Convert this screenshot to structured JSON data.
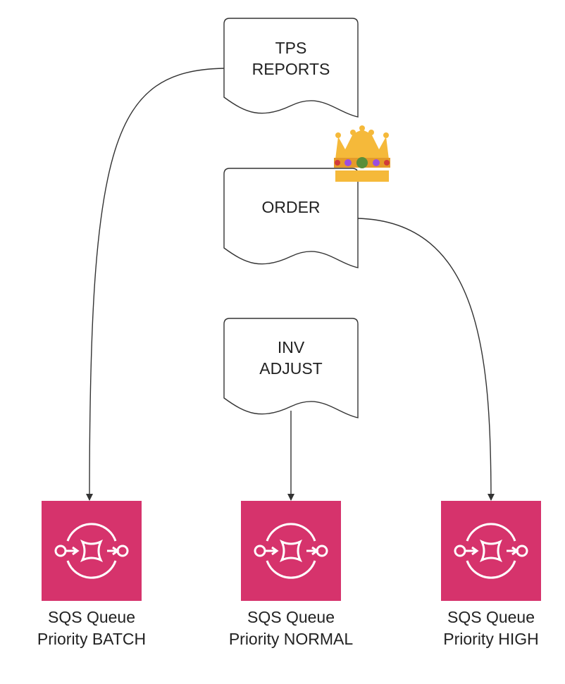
{
  "colors": {
    "queue_fill": "#D6336C",
    "icon_stroke": "#ffffff",
    "doc_stroke": "#333333",
    "edge_stroke": "#333333",
    "crown_gold": "#F5B93A",
    "crown_gold_dark": "#E59A2A",
    "gem_red": "#D13A3A",
    "gem_purple": "#9B4DE0",
    "gem_green": "#5A8F3A"
  },
  "documents": [
    {
      "id": "tps",
      "lines": [
        "TPS",
        "REPORTS"
      ]
    },
    {
      "id": "order",
      "lines": [
        "ORDER"
      ],
      "decoration": "crown-icon"
    },
    {
      "id": "inv",
      "lines": [
        "INV",
        "ADJUST"
      ]
    }
  ],
  "queues": [
    {
      "id": "batch",
      "icon": "sqs-queue-icon",
      "name": "SQS Queue",
      "priority": "Priority BATCH"
    },
    {
      "id": "normal",
      "icon": "sqs-queue-icon",
      "name": "SQS Queue",
      "priority": "Priority NORMAL"
    },
    {
      "id": "high",
      "icon": "sqs-queue-icon",
      "name": "SQS Queue",
      "priority": "Priority HIGH"
    }
  ],
  "edges": [
    {
      "from": "tps",
      "to": "batch"
    },
    {
      "from": "inv",
      "to": "normal"
    },
    {
      "from": "order",
      "to": "high"
    }
  ]
}
